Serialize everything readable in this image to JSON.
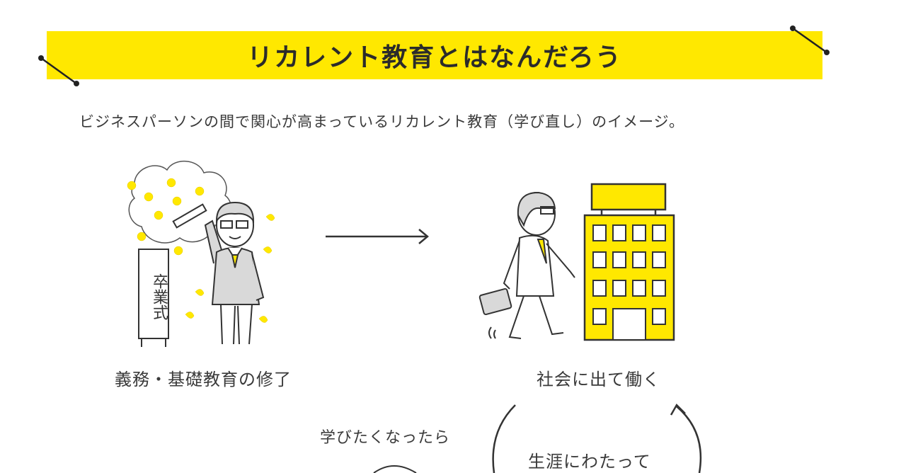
{
  "title": "リカレント教育とはなんだろう",
  "subtitle": "ビジネスパーソンの間で関心が高まっているリカレント教育（学び直し）のイメージ。",
  "graduation": {
    "sign_text": "卒業式",
    "caption": "義務・基礎教育の修了"
  },
  "work": {
    "caption": "社会に出て働く"
  },
  "bottom": {
    "want_to_learn": "学びたくなったら",
    "lifelong": "生涯にわたって"
  },
  "colors": {
    "accent": "#ffe800",
    "line": "#333333",
    "suit": "#d9d9d9"
  }
}
